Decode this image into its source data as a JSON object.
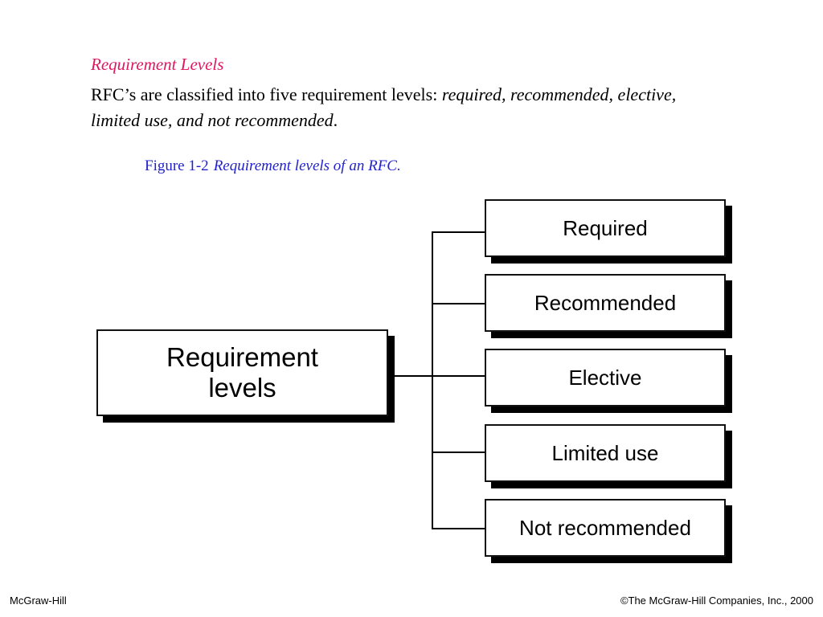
{
  "slide": {
    "heading": "Requirement Levels",
    "body_plain": "RFC’s are classified into five requirement levels: ",
    "body_italic": "required, recommended, elective, limited use, and not recommended",
    "body_end": "."
  },
  "figure": {
    "label": "Figure  1-2",
    "title": "Requirement levels of an RFC."
  },
  "diagram": {
    "root": {
      "line1": "Requirement",
      "line2": "levels"
    },
    "levels": [
      "Required",
      "Recommended",
      "Elective",
      "Limited use",
      "Not recommended"
    ]
  },
  "footer": {
    "left": "McGraw-Hill",
    "right": "©The McGraw-Hill Companies, Inc., 2000"
  },
  "colors": {
    "heading": "#e0155f",
    "caption": "#2222cc"
  }
}
